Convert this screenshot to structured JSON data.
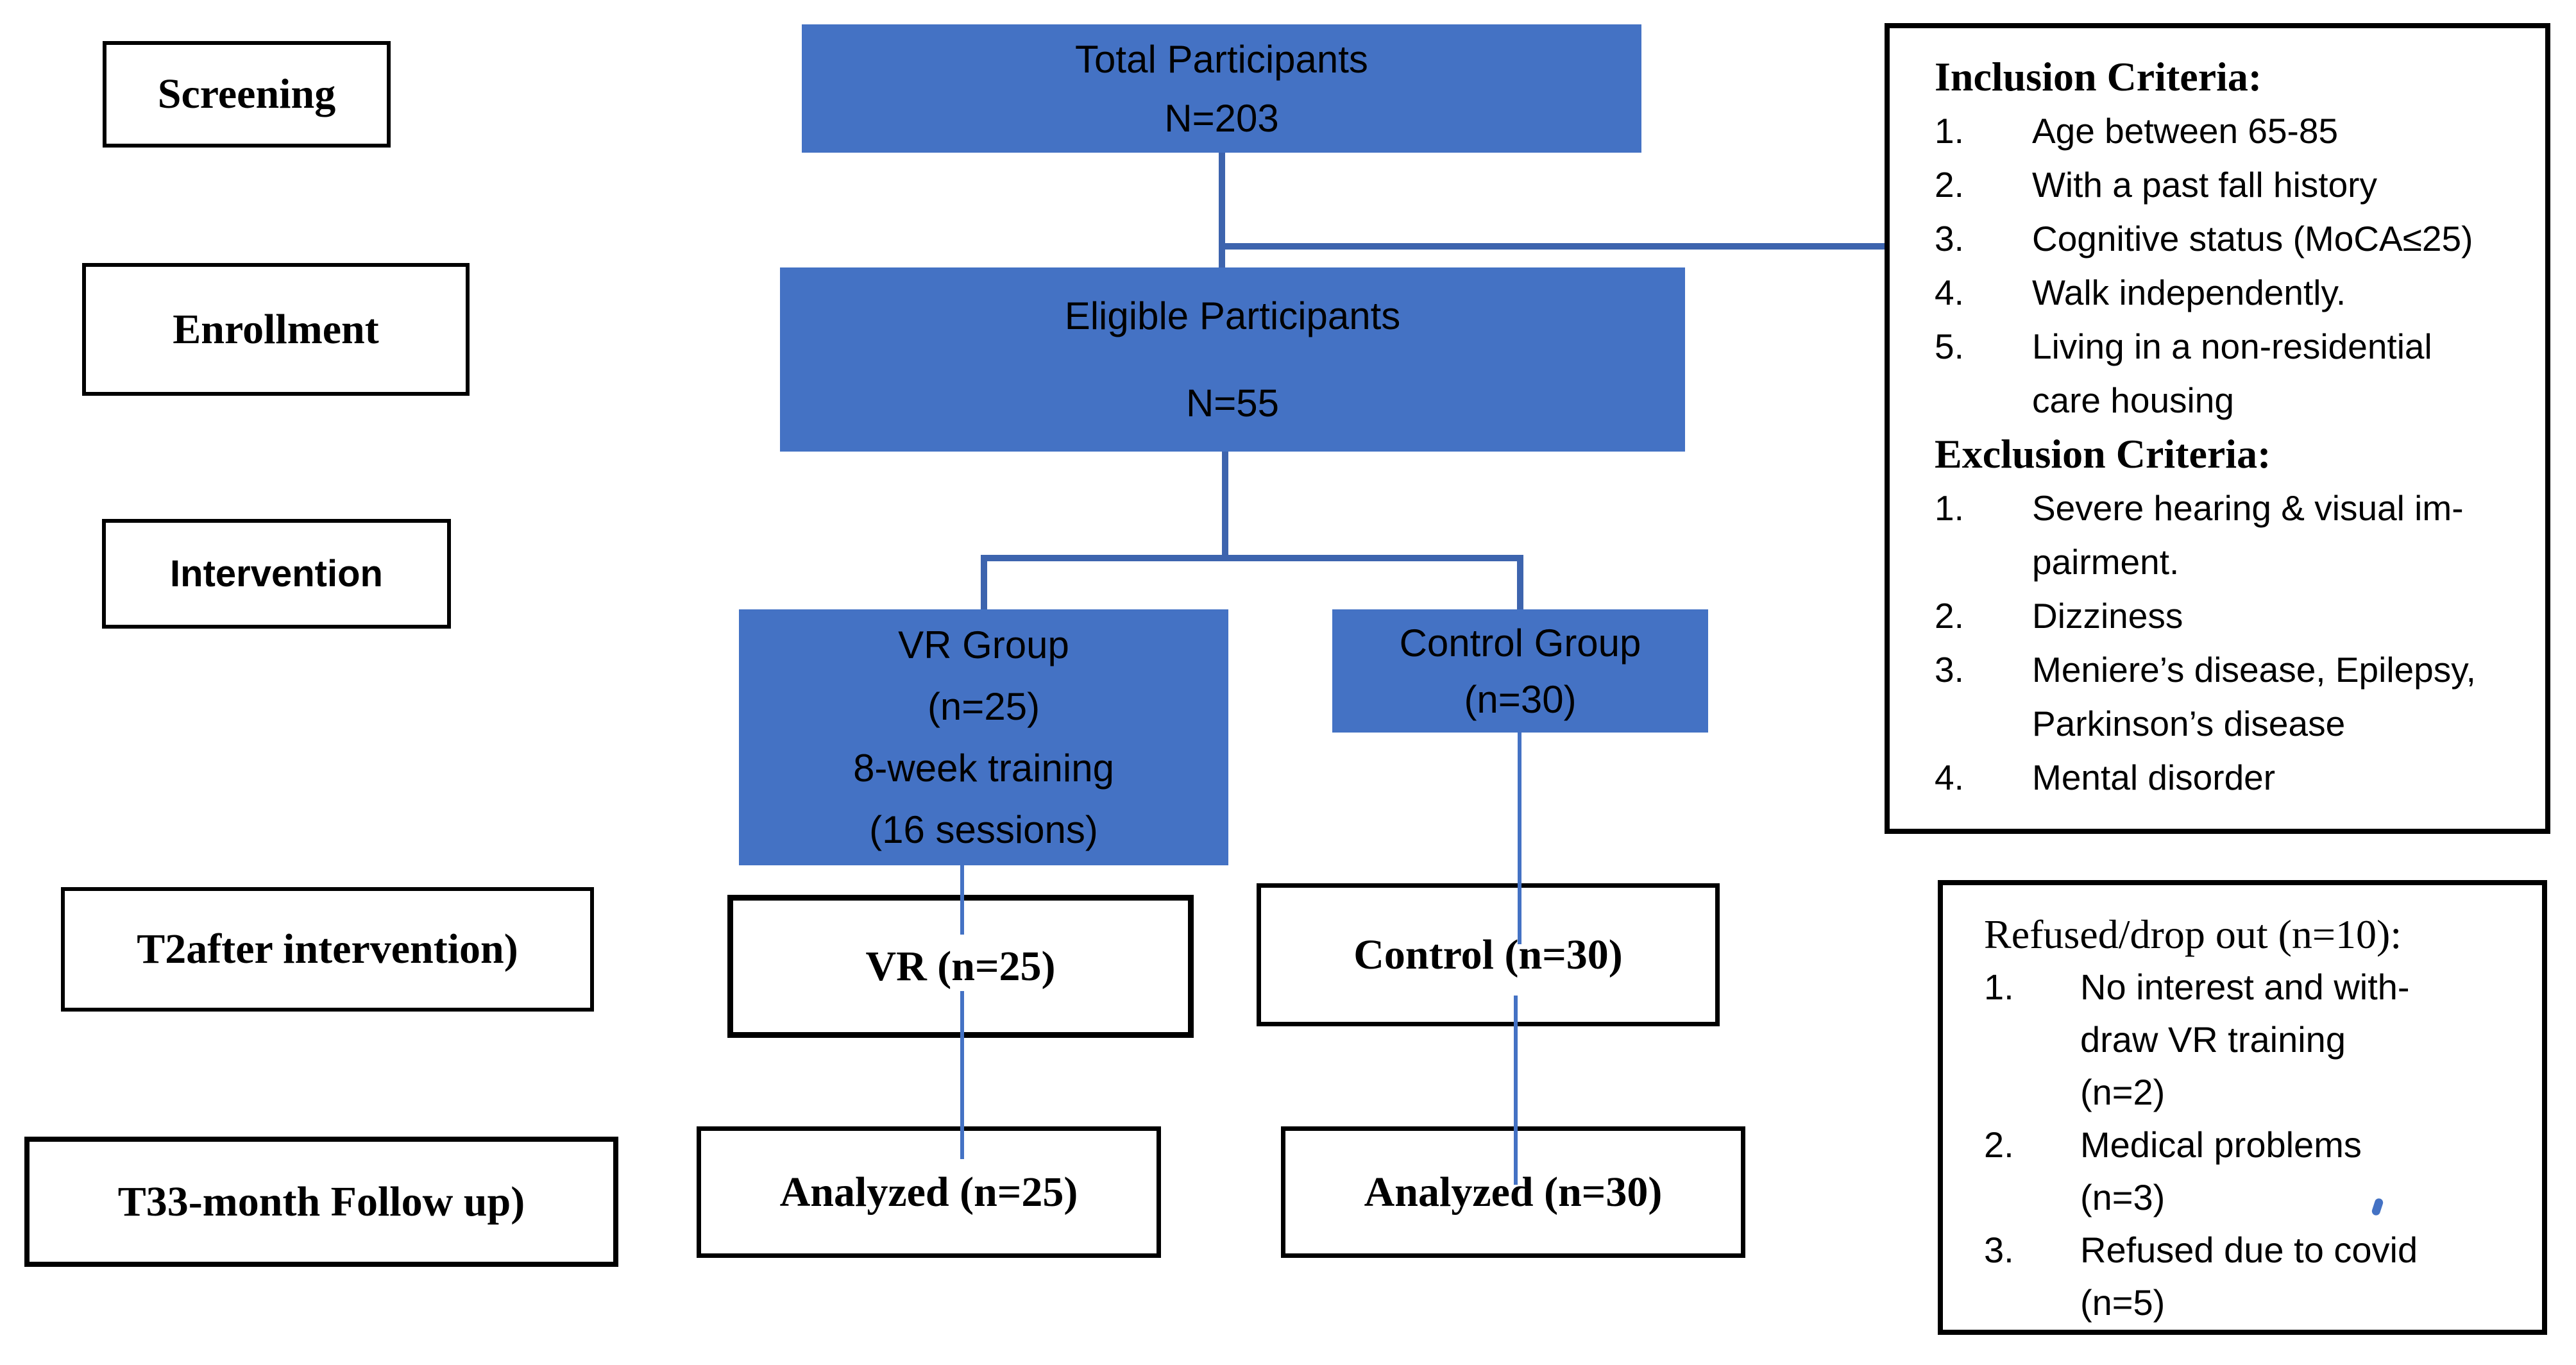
{
  "colors": {
    "box_blue": "#4472C4",
    "connector_thick_blue": "#3D64AE",
    "connector_thin_blue": "#4472C4",
    "box_border": "#000000"
  },
  "stages": {
    "screening": "Screening",
    "enrollment": "Enrollment",
    "intervention": "Intervention",
    "t2": "T2after intervention)",
    "t3": "T33-month Follow up)"
  },
  "flow": {
    "total": {
      "line1": "Total Participants",
      "line2": "N=203"
    },
    "eligible": {
      "line1": "Eligible Participants",
      "line2": "N=55"
    },
    "vr_group": {
      "line1": "VR Group",
      "line2": "(n=25)",
      "line3": "8-week training",
      "line4": "(16 sessions)"
    },
    "control_group": {
      "line1": "Control Group",
      "line2": "(n=30)"
    },
    "vr_after": "VR (n=25)",
    "control_after": "Control (n=30)",
    "analyzed_vr": "Analyzed (n=25)",
    "analyzed_control": "Analyzed (n=30)"
  },
  "criteria": {
    "inclusion_title": "Inclusion Criteria:",
    "inclusion": [
      {
        "num": "1.",
        "text": "Age between 65-85"
      },
      {
        "num": "2.",
        "text": "With a past fall history"
      },
      {
        "num": "3.",
        "text": "Cognitive status (MoCA≤25)"
      },
      {
        "num": "4.",
        "text": "Walk independently."
      },
      {
        "num": "5.",
        "text": "Living in a non-residential\ncare housing"
      }
    ],
    "exclusion_title": "Exclusion Criteria:",
    "exclusion": [
      {
        "num": "1.",
        "text": "Severe hearing & visual im-\npairment."
      },
      {
        "num": "2.",
        "text": "Dizziness"
      },
      {
        "num": "3.",
        "text": "Meniere’s disease, Epilepsy,\nParkinson’s disease"
      },
      {
        "num": "4.",
        "text": "Mental disorder"
      }
    ]
  },
  "refused": {
    "title": "Refused/drop out (n=10):",
    "items": [
      {
        "num": "1.",
        "text": "No interest and with-\ndraw VR training\n(n=2)"
      },
      {
        "num": "2.",
        "text": "Medical problems\n(n=3)"
      },
      {
        "num": "3.",
        "text": "Refused due to covid\n(n=5)"
      }
    ]
  }
}
